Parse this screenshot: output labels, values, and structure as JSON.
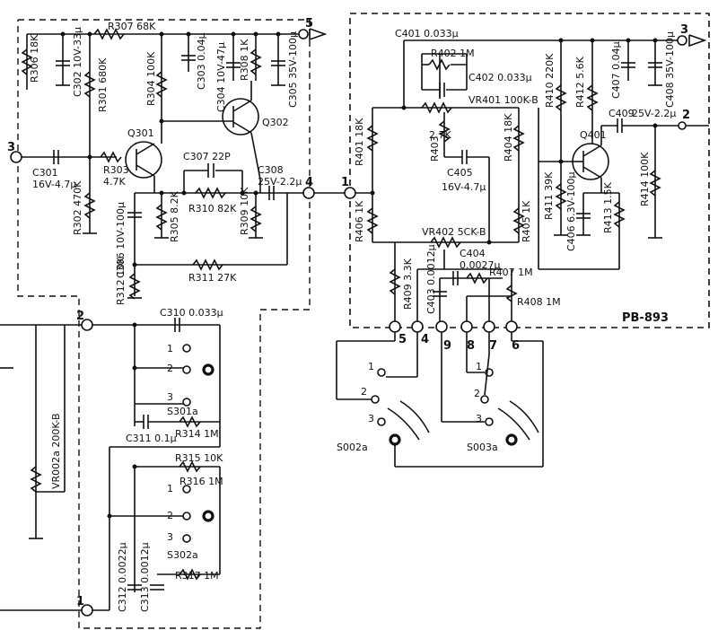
{
  "board_id": "PB-893",
  "terminals": {
    "t1_left": "1",
    "t2_left": "2",
    "t3_left": "3",
    "t4_left": "4",
    "t5_left": "5",
    "t1_right": "1",
    "t2_right": "2",
    "t3_right": "3",
    "p5": "5",
    "p4": "4",
    "p9": "9",
    "p8": "8",
    "p7": "7",
    "p6": "6"
  },
  "labels": {
    "R307": "R307  68K",
    "R306": "R306  18K",
    "C302": "C302 10V-33μ",
    "R301": "R301  680K",
    "R304": "R304  100K",
    "C303": "C303  0.04μ",
    "C304": "C304 10V-47μ",
    "R308": "R308  1K",
    "C305": "C305 35V-100μ",
    "Q301": "Q301",
    "Q302": "Q302",
    "C301": "C301",
    "C301v": "16V-4.7μ",
    "R303": "R303",
    "R303v": "4.7K",
    "C307": "C307  22P",
    "C308": "C308",
    "C308v": "25V-2.2μ",
    "R302": "R302  470K",
    "C306": "C306 10V-100μ",
    "R305": "R305  8.2K",
    "R310": "R310  82K",
    "R309": "R309  10K",
    "R311": "R311  27K",
    "R312": "R312  10K",
    "C401": "C401  0.033μ",
    "R402": "R402  1M",
    "C402": "C402 0.033μ",
    "VR401": "VR401 100K-B",
    "R401": "R401  18K",
    "R403": "R403",
    "R403v": "2.7K",
    "C405": "C405",
    "C405v": "16V-4.7μ",
    "R404": "R404 18K",
    "R406": "R406  1K",
    "VR402": "VR402  5CK-B",
    "C404": "C404",
    "C404v": "0.0027μ",
    "R407": "R407 1M",
    "R409": "R409  3.3K",
    "C403": "C403  0.0012μ",
    "R408": "R408  1M",
    "R405": "R405  1K",
    "R410": "R410  220K",
    "R412": "R412  5.6K",
    "C407": "C407  0.04μ",
    "C408": "C408 35V-100μ",
    "C409": "C409",
    "C409v": "25V-2.2μ",
    "Q401": "Q401",
    "R414": "R414  100K",
    "R411": "R411  39K",
    "C406": "C406 6.3V-100μ",
    "R413": "R413  1.5K",
    "C310": "C310   0.033μ",
    "S301": "S301a",
    "C311": "C311  0.1μ",
    "R314": "R314   1M",
    "R315": "R315  10K",
    "R316": "R316   1M",
    "S302": "S302a",
    "R317": "R317  1M",
    "C312": "C312  0.0022μ",
    "C313": "C313  0.0012μ",
    "VR002": "VR002a 200K-B",
    "S002": "S002a",
    "S003": "S003a",
    "sw1": "1",
    "sw2": "2",
    "sw3": "3"
  }
}
